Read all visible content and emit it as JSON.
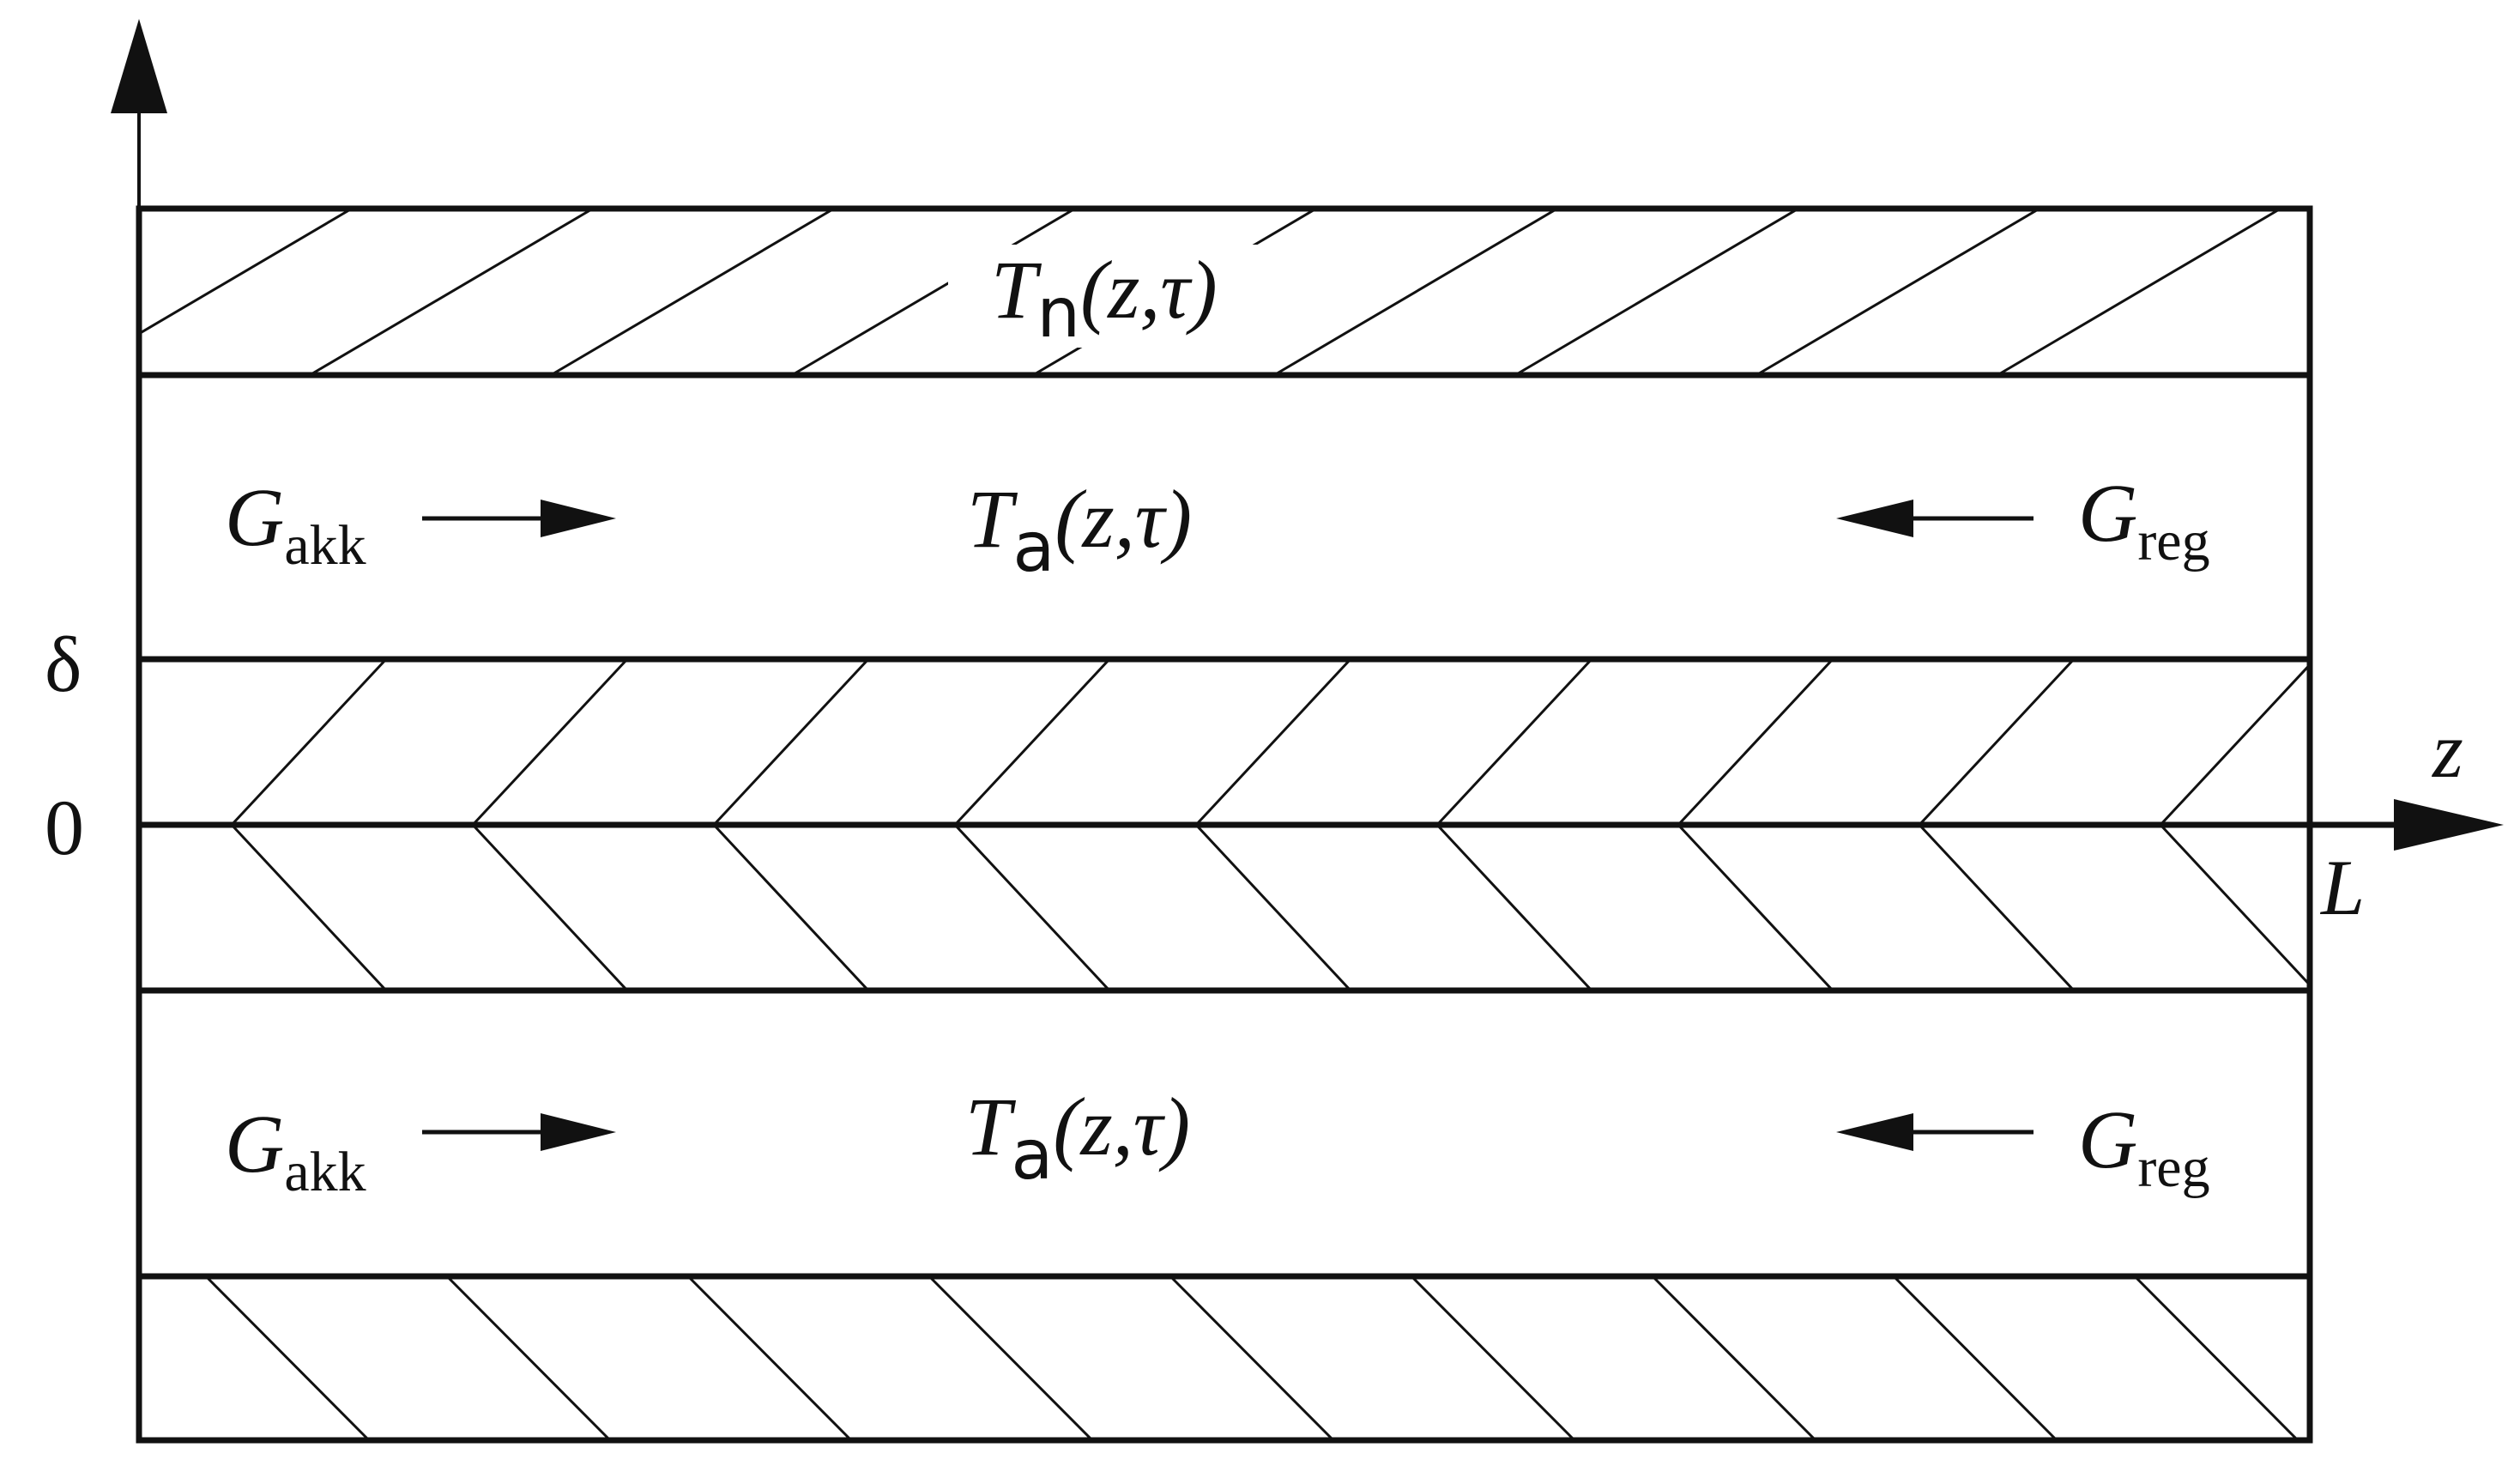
{
  "axes": {
    "vertical_tick_delta": "δ",
    "vertical_tick_zero": "0",
    "horizontal_axis_label": "z",
    "horizontal_end_label": "L"
  },
  "layers": {
    "top_wall": {
      "temp_symbol": "T",
      "temp_subscript": "n",
      "temp_args": "(z,τ)"
    },
    "upper_channel": {
      "inflow_left_symbol": "G",
      "inflow_left_subscript": "akk",
      "temp_symbol": "T",
      "temp_subscript": "a",
      "temp_args": "(z,τ)",
      "inflow_right_symbol": "G",
      "inflow_right_subscript": "reg"
    },
    "lower_channel": {
      "inflow_left_symbol": "G",
      "inflow_left_subscript": "akk",
      "temp_symbol": "T",
      "temp_subscript": "a",
      "temp_args": "(z,τ)",
      "inflow_right_symbol": "G",
      "inflow_right_subscript": "reg"
    }
  },
  "colors": {
    "line": "#111111",
    "background": "#ffffff"
  }
}
